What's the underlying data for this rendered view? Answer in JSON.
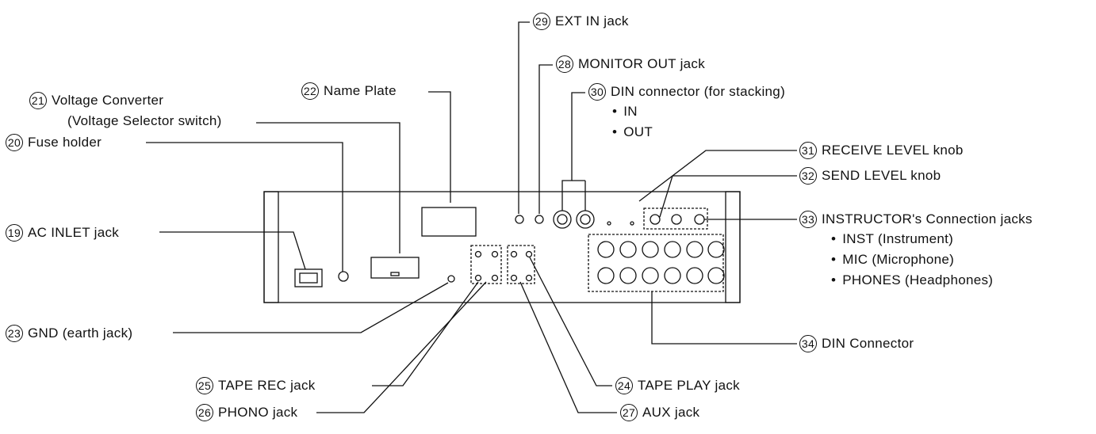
{
  "labels": {
    "l29": {
      "num": "29",
      "text": "EXT IN jack"
    },
    "l28": {
      "num": "28",
      "text": "MONITOR OUT jack"
    },
    "l30": {
      "num": "30",
      "text": "DIN connector (for stacking)",
      "sub": [
        "IN",
        "OUT"
      ]
    },
    "l22": {
      "num": "22",
      "text": "Name Plate"
    },
    "l21": {
      "num": "21",
      "text": "Voltage Converter",
      "sub": [
        "(Voltage Selector switch)"
      ]
    },
    "l20": {
      "num": "20",
      "text": "Fuse holder"
    },
    "l31": {
      "num": "31",
      "text": "RECEIVE LEVEL knob"
    },
    "l32": {
      "num": "32",
      "text": "SEND LEVEL knob"
    },
    "l33": {
      "num": "33",
      "text": "INSTRUCTOR's Connection jacks",
      "sub": [
        "INST (Instrument)",
        "MIC (Microphone)",
        "PHONES (Headphones)"
      ]
    },
    "l19": {
      "num": "19",
      "text": "AC INLET jack"
    },
    "l23": {
      "num": "23",
      "text": "GND (earth jack)"
    },
    "l34": {
      "num": "34",
      "text": "DIN Connector"
    },
    "l25": {
      "num": "25",
      "text": "TAPE REC jack"
    },
    "l24": {
      "num": "24",
      "text": "TAPE PLAY jack"
    },
    "l26": {
      "num": "26",
      "text": "PHONO jack"
    },
    "l27": {
      "num": "27",
      "text": "AUX jack"
    }
  }
}
